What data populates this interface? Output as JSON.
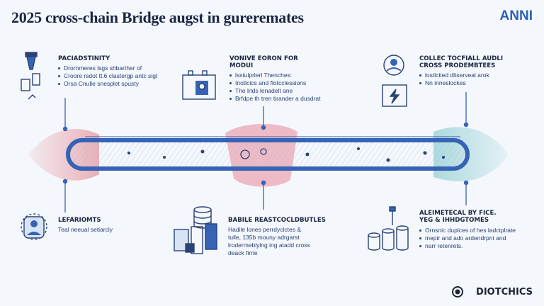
{
  "title": "2025 cross-chain Bridge augst in gureremates",
  "brand": "ANNI",
  "footer": "DIOTCHICS",
  "icons": {
    "funnel": "funnel-icon",
    "vault": "vault-icon",
    "database": "database-icon",
    "cross_prod": "circle-user-icon",
    "lightning": "lightning-box-icon",
    "shield_user": "shield-user-icon",
    "coins": "coin-stack-icon",
    "server": "server-stack-icon"
  },
  "colors": {
    "rail": "#3663b5",
    "left_lobe": "#e8a8b0",
    "right_lobe": "#a8d8dc",
    "accent": "#2a4277"
  },
  "blocks": {
    "top_left": {
      "head": "PACIADSTINITY",
      "items": [
        "Drornmeres lsgs shbarther of",
        "Croore rsdot tt.6 clastergp antc sigt",
        "Orsa Cnulle snesplet spusty"
      ]
    },
    "top_mid": {
      "head": "VONIVE EORON FOR\nMODUI",
      "items": [
        "lsstulprlerl Thenches:",
        "Inotlcics and flotcclessions",
        "The lrlds lenadelt ane",
        "Brfdpe th tren tirander a dusdrat"
      ]
    },
    "top_right": {
      "head": "COLLEC TOCFIALL AUDLI\nCROSS PRODEMBTEES",
      "items": [
        "lostlctied dltserveal arok",
        "Nn inneslockes"
      ]
    },
    "bot_left": {
      "head": "LEFARIOMTS",
      "lines": [
        "Teal neeual setiarcly"
      ]
    },
    "bot_mid": {
      "head": "BABILE REASTCOCLDBUTLES",
      "lines": [
        "Hadile lones perrdyclctes &",
        "tulle, 135b mouny adrgarst",
        "lrodermeblylng ing atadd cross",
        "deack firrie"
      ]
    },
    "bot_right": {
      "head": "ALEIMETECAL BY FICE.\nYEG & IHHDGTOMES",
      "items": [
        "Ornsnic duplces of hes ladctplrate",
        "mepir and ado ardendrpnt and",
        "narr retenrets."
      ]
    }
  }
}
